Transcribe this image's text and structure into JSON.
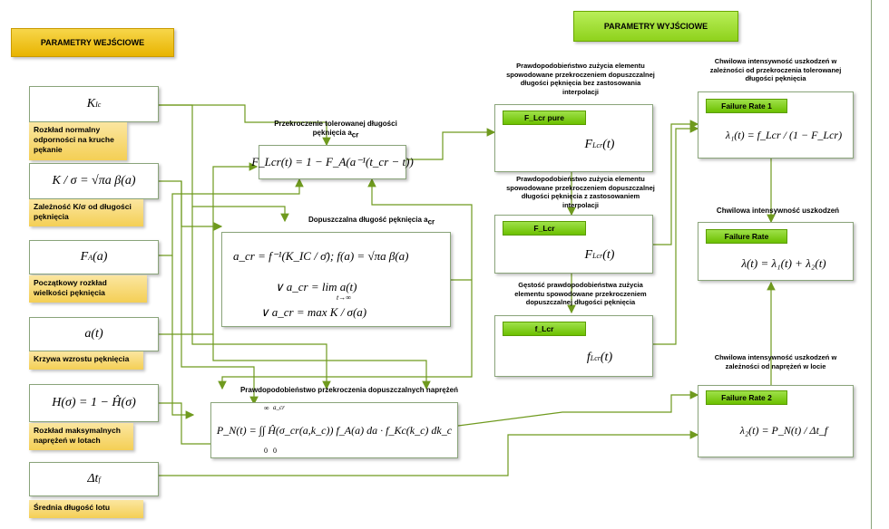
{
  "headers": {
    "input": "PARAMETRY WEJŚCIOWE",
    "output": "PARAMETRY WYJŚCIOWE"
  },
  "inputs": [
    {
      "formula": "K",
      "sub": "Ic",
      "label": "Rozkład normalny odporności na kruche pękanie"
    },
    {
      "formula": "K / σ = √πa β(a)",
      "label": "Zależność K/σ od długości pęknięcia"
    },
    {
      "formula": "F",
      "sub": "A",
      "suffix": "(a)",
      "label": "Początkowy rozkład wielkości pęknięcia"
    },
    {
      "formula": "a(t)",
      "label": "Krzywa wzrostu pęknięcia"
    },
    {
      "formula": "H(σ) = 1 − Ĥ(σ)",
      "label": "Rozkład maksymalnych naprężeń w lotach"
    },
    {
      "formula": "Δt",
      "sub": "f",
      "label": "Średnia długość lotu"
    }
  ],
  "middle": {
    "exceed_caption": "Przekroczenie tolerowanej długości pęknięcia a",
    "exceed_caption_sub": "cr",
    "exceed_formula": "F_Lcr(t) = 1 − F_A(a⁻¹(t_cr − t))",
    "acr_caption": "Dopuszczalna długość pęknięcia a",
    "acr_caption_sub": "cr",
    "acr_line1": "a_cr = f⁻¹(K_IC / σ̄);  f(a) = √πa β(a)",
    "acr_line2": "∨   a_cr = lim a(t)",
    "acr_line2_limit": "t→∞",
    "acr_line3": "∨   a_cr = max K / σ(a)",
    "pn_caption": "Prawdopodobieństwo przekroczenia dopuszczalnych naprężeń",
    "pn_formula": "P_N(t) = ∫∫ Ĥ(σ_cr(a,k_c)) f_A(a) da · f_Kc(k_c) dk_c",
    "pn_limits_outer": "∞",
    "pn_limits_inner": "a_cr",
    "pn_lower": "0"
  },
  "outputs_left": [
    {
      "caption": "Prawdopodobieństwo zużycia elementu spowodowane przekroczeniem dopuszczalnej długości pęknięcia bez zastosowania interpolacji",
      "tag": "F_Lcr pure",
      "formula": "F",
      "sub": "Lcr",
      "suffix": "(t)"
    },
    {
      "caption": "Prawdopodobieństwo zużycia elementu spowodowane przekroczeniem dopuszczalnej długości pęknięcia z zastosowaniem interpolacji",
      "tag": "F_Lcr",
      "formula": "F",
      "sub": "Lcr",
      "suffix": "(t)"
    },
    {
      "caption": "Gęstość prawdopodobieństwa zużycia elementu spowodowane przekroczeniem dopuszczalnej długości pęknięcia",
      "tag": "f_Lcr",
      "formula": "f",
      "sub": "Lcr",
      "suffix": "(t)"
    }
  ],
  "outputs_right": [
    {
      "caption": "Chwilowa intensywność uszkodzeń w zależności od przekroczenia tolerowanej długości pęknięcia",
      "tag": "Failure Rate 1",
      "formula": "λ₁(t) = f_Lcr / (1 − F_Lcr)"
    },
    {
      "caption": "Chwilowa intensywność uszkodzeń",
      "tag": "Failure Rate",
      "formula": "λ(t) = λ₁(t) + λ₂(t)"
    },
    {
      "caption": "Chwilowa intensywność uszkodzeń w zależności od naprężeń w locie",
      "tag": "Failure Rate 2",
      "formula": "λ₂(t) = P_N(t) / Δt_f"
    }
  ],
  "colors": {
    "wire": "#6f9a1e",
    "yellow": "#f2c21a",
    "green": "#8fd21c"
  }
}
